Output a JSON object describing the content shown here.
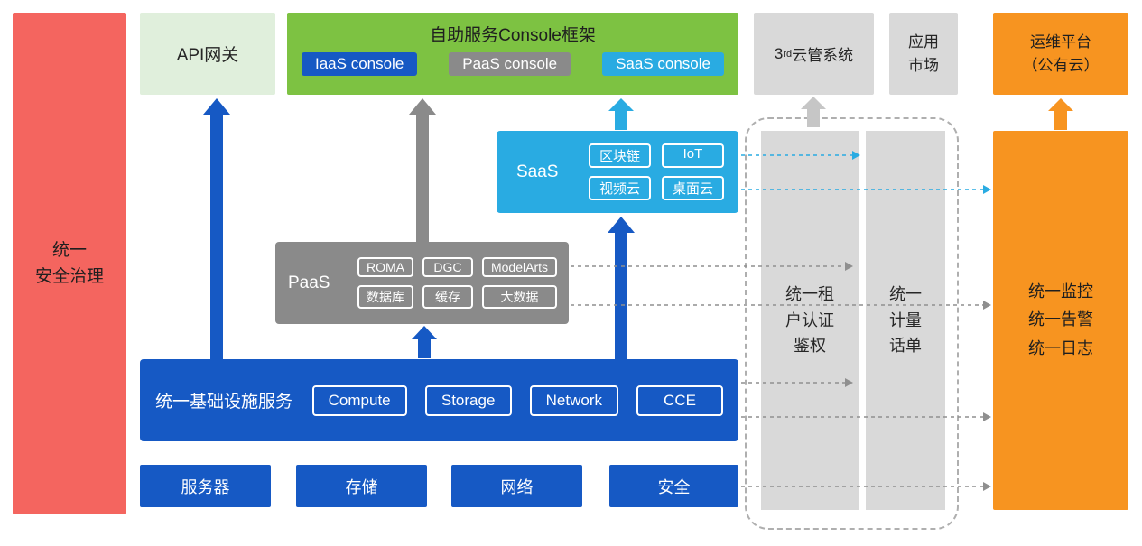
{
  "colors": {
    "red": "#F4655F",
    "pale_green": "#E0EFDC",
    "green": "#7DC242",
    "blue": "#1659C4",
    "gray": "#8A8A8A",
    "light_gray": "#D9D9D9",
    "cyan": "#29ABE2",
    "orange": "#F79420"
  },
  "security_bar": {
    "label": "统一\n安全治理"
  },
  "api_gateway": {
    "label": "API网关"
  },
  "console_frame": {
    "title": "自助服务Console框架",
    "consoles": [
      {
        "label": "IaaS console"
      },
      {
        "label": "PaaS console"
      },
      {
        "label": "SaaS console"
      }
    ]
  },
  "third_party": {
    "prefix": "3",
    "sup": "rd",
    "suffix": "云管系统"
  },
  "app_market": {
    "label": "应用\n市场"
  },
  "om_platform": {
    "label": "运维平台\n（公有云）"
  },
  "saas": {
    "label": "SaaS",
    "items": [
      "区块链",
      "IoT",
      "视频云",
      "桌面云"
    ]
  },
  "paas": {
    "label": "PaaS",
    "items": [
      "ROMA",
      "DGC",
      "ModelArts",
      "数据库",
      "缓存",
      "大数据"
    ]
  },
  "infrastructure": {
    "label": "统一基础设施服务",
    "items": [
      "Compute",
      "Storage",
      "Network",
      "CCE"
    ]
  },
  "resource_row": [
    "服务器",
    "存储",
    "网络",
    "安全"
  ],
  "auth_bar": {
    "label": "统一租\n户认证\n鉴权"
  },
  "metering_bar": {
    "label": "统一\n计量\n话单"
  },
  "monitoring": {
    "label": "统一监控\n统一告警\n统一日志"
  }
}
